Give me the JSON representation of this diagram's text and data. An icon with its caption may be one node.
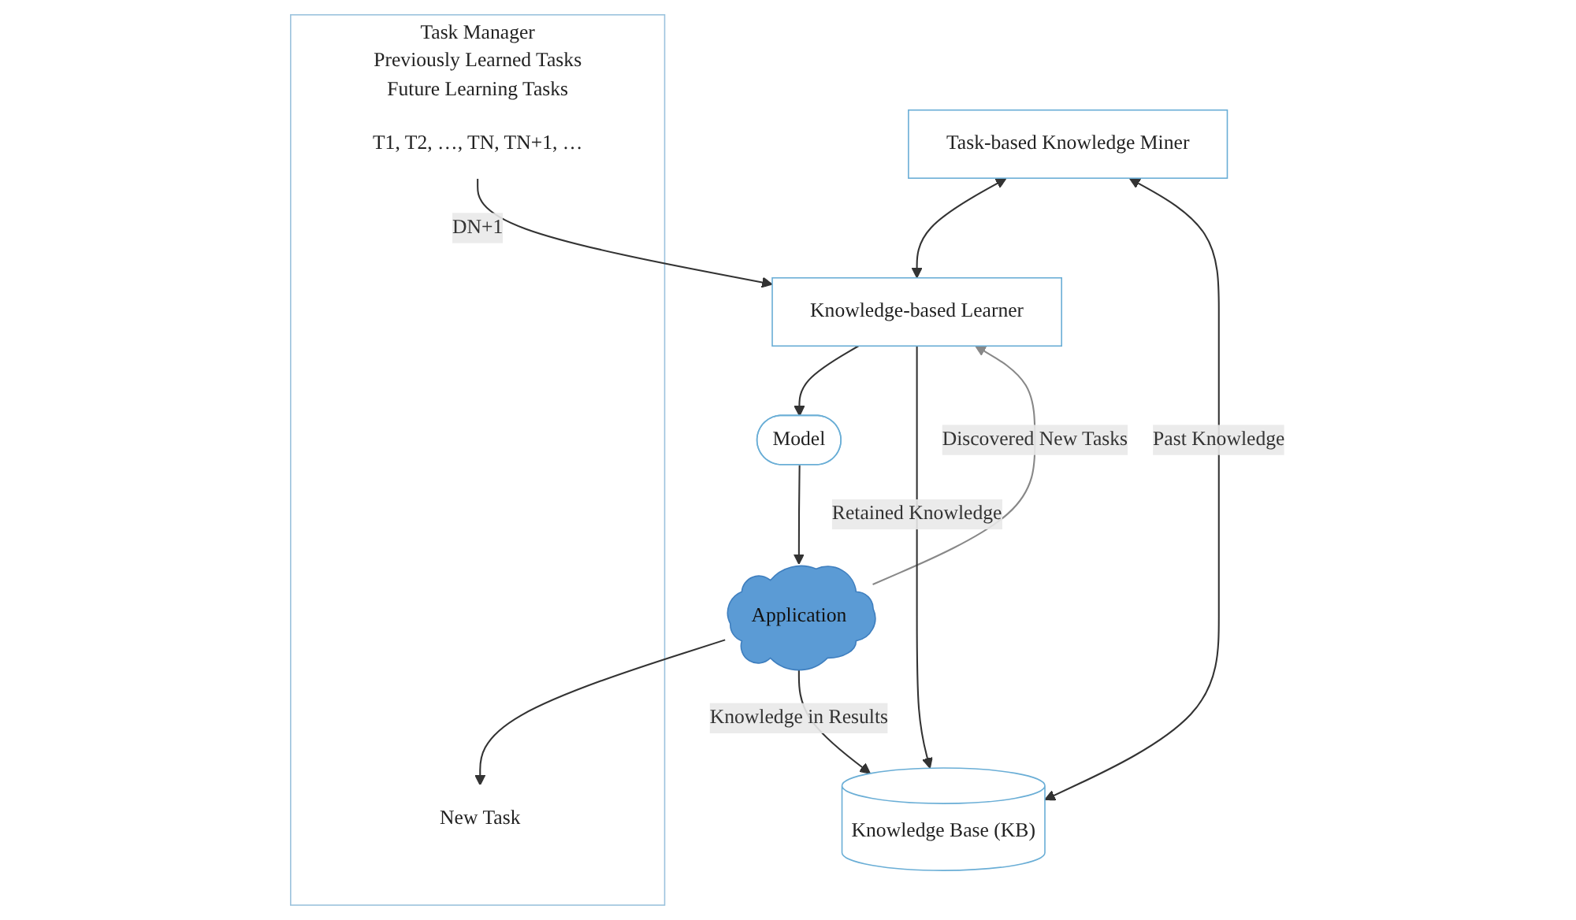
{
  "diagram": {
    "nodes": [
      {
        "text": [
          "Task Manager",
          "Previously Learned Tasks",
          "Future Learning Tasks"
        ]
      },
      {
        "text": [
          "New Task"
        ],
        "in": 0
      },
      {
        "text": [
          "T1, T2, …, TN, TN+1, …"
        ],
        "in": 0
      },
      {
        "text": [
          "Task-based Knowledge Miner"
        ]
      },
      {
        "text": [
          "Knowledge-based Learner"
        ]
      },
      {
        "text": [
          "Model"
        ]
      },
      {
        "text": [
          "Application"
        ]
      },
      {
        "text": [
          "Knowledge Base (KB)"
        ]
      }
    ],
    "edges": [
      {
        "from": 6,
        "to": 1,
        "arrow": "to"
      },
      {
        "from": 2,
        "to": 4,
        "label": "DN+1",
        "arrow": "to"
      },
      {
        "from": 6,
        "to": 4,
        "label": "Discovered New Tasks",
        "arrow": "to",
        "color": "#888888"
      },
      {
        "from": 3,
        "to": 4,
        "arrow": "both"
      },
      {
        "from": 4,
        "to": 5,
        "arrow": "to"
      },
      {
        "from": 5,
        "to": 6,
        "arrow": "to"
      },
      {
        "from": 4,
        "to": 7,
        "label": "Retained Knowledge",
        "arrow": "to"
      },
      {
        "from": 3,
        "to": 7,
        "label": "Past Knowledge",
        "arrow": "both"
      },
      {
        "from": 6,
        "to": 7,
        "label": "Knowledge in Results",
        "arrow": "to"
      }
    ]
  }
}
